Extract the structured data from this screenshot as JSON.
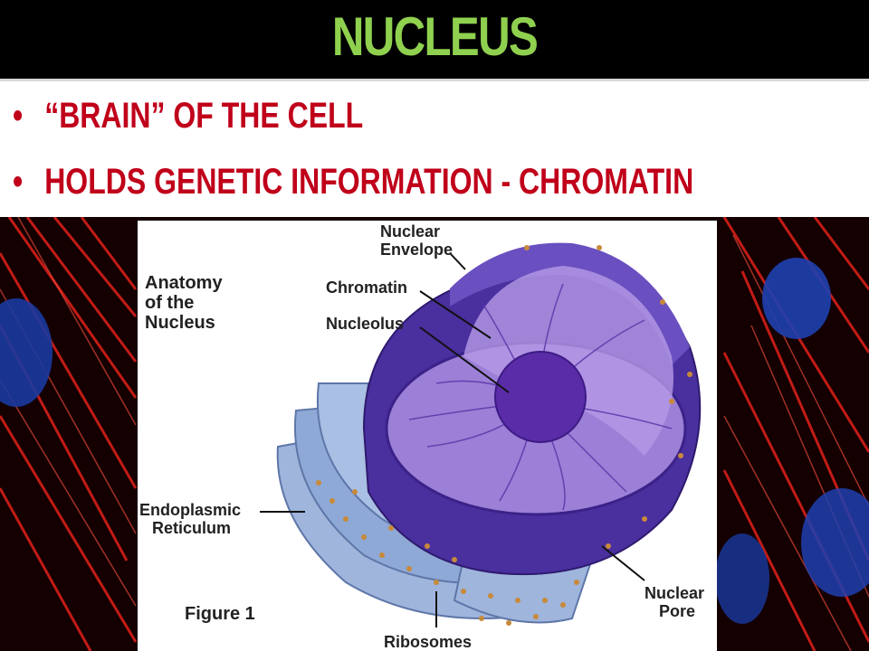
{
  "slide": {
    "title": "NUCLEUS",
    "bullets": [
      "“BRAIN” OF THE CELL",
      "HOLDS GENETIC INFORMATION - CHROMATIN"
    ]
  },
  "figure": {
    "heading_line1": "Anatomy",
    "heading_line2": "of the",
    "heading_line3": "Nucleus",
    "caption": "Figure 1",
    "labels": {
      "nuclear_envelope_1": "Nuclear",
      "nuclear_envelope_2": "Envelope",
      "chromatin": "Chromatin",
      "nucleolus": "Nucleolus",
      "er_1": "Endoplasmic",
      "er_2": "Reticulum",
      "nuclear_pore_1": "Nuclear",
      "nuclear_pore_2": "Pore",
      "ribosomes": "Ribosomes"
    }
  },
  "colors": {
    "title": "#8fd14f",
    "bullet_text": "#c0001a",
    "nucleus_purple": "#5a3fb0",
    "er_blue": "#8fa9d6"
  }
}
